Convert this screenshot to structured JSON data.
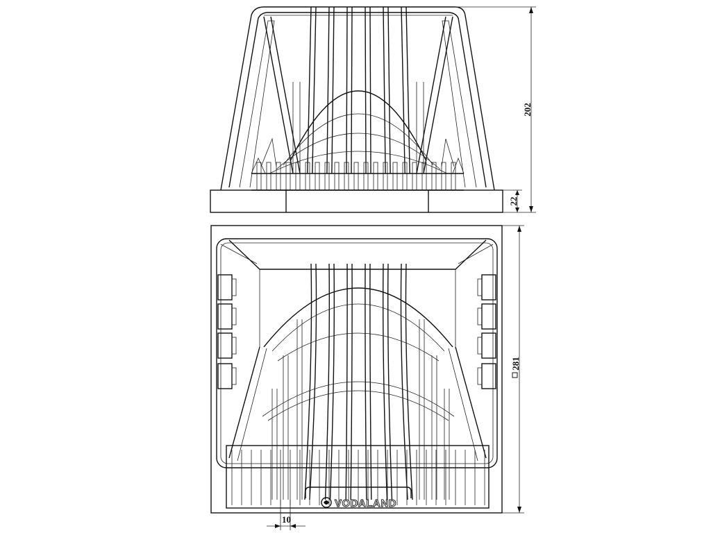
{
  "dimensions": {
    "height": "202",
    "base_height": "22",
    "side": "281",
    "grid_spacing": "10"
  },
  "brand": {
    "name": "VODALAND"
  },
  "icons": [
    "logo-icon",
    "square-symbol-icon"
  ]
}
